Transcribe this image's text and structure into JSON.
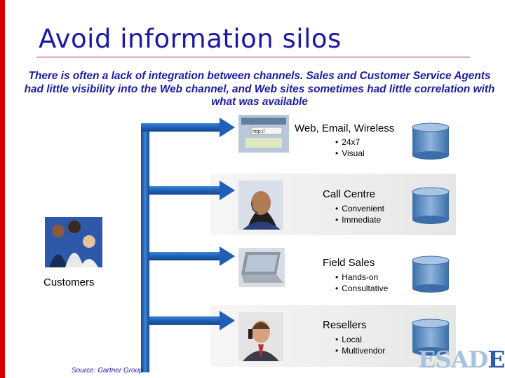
{
  "title": "Avoid information silos",
  "intro": "There is often a lack of integration between channels. Sales and Customer Service Agents had little visibility into the Web channel, and Web sites sometimes had little correlation with what was available",
  "customers_label": "Customers",
  "source": "Source: Gartner Group",
  "logo": {
    "main": "ESAD",
    "accent": "E"
  },
  "channels": [
    {
      "name": "Web, Email, Wireless",
      "bullets": [
        "24x7",
        "Visual"
      ]
    },
    {
      "name": "Call Centre",
      "bullets": [
        "Convenient",
        "Immediate"
      ]
    },
    {
      "name": "Field Sales",
      "bullets": [
        "Hands-on",
        "Consultative"
      ]
    },
    {
      "name": "Resellers",
      "bullets": [
        "Local",
        "Multivendor"
      ]
    }
  ],
  "colors": {
    "accent": "#d90000",
    "title": "#1a1aa6",
    "arrow": "#1f5fb5"
  }
}
